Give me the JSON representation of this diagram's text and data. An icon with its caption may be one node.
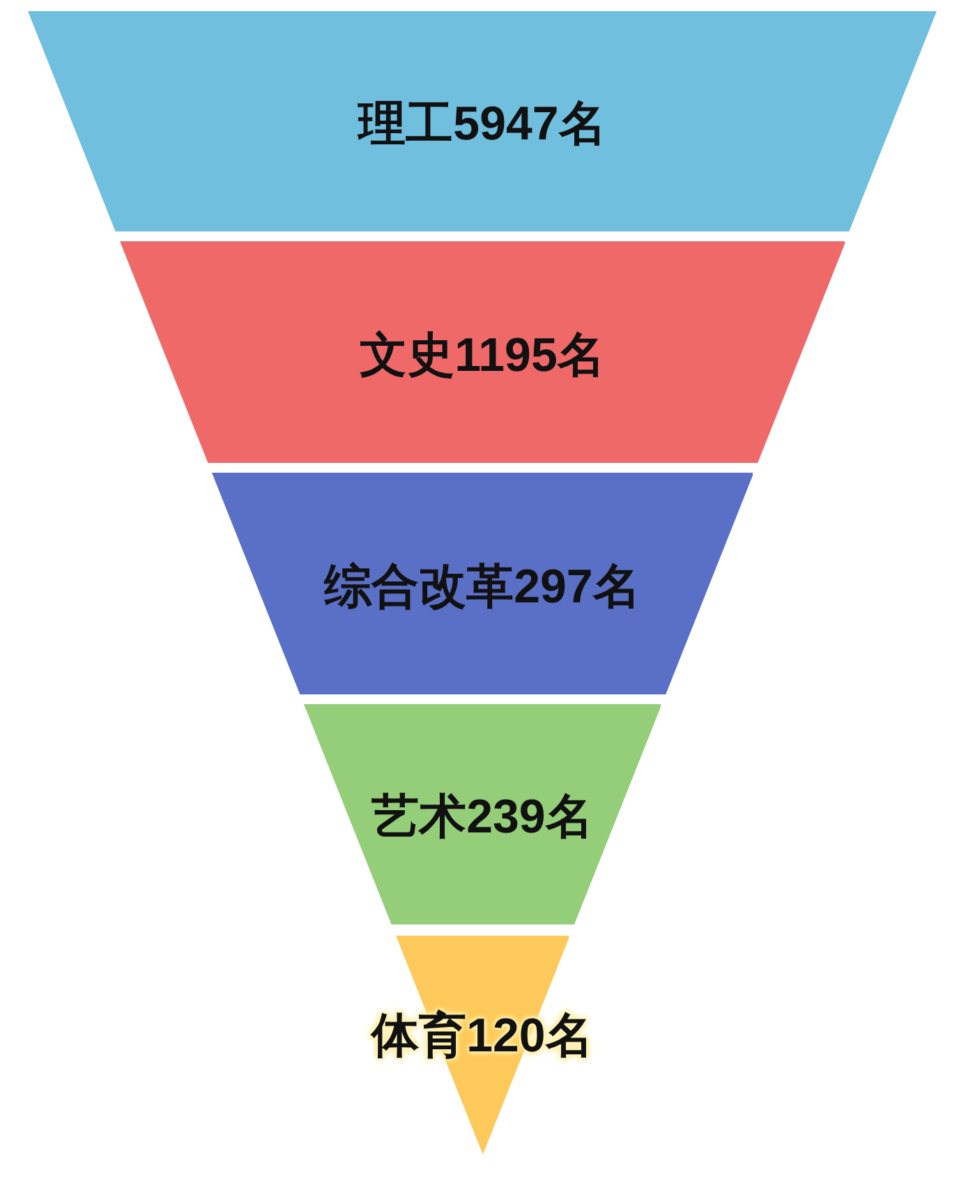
{
  "diagram": {
    "nodes": [
      {
        "text": [
          "理工5947名"
        ]
      },
      {
        "text": [
          "文史1195名"
        ]
      },
      {
        "text": [
          "综合改革297名"
        ]
      },
      {
        "text": [
          "艺术239名"
        ]
      },
      {
        "text": [
          "体育120名"
        ]
      }
    ]
  }
}
